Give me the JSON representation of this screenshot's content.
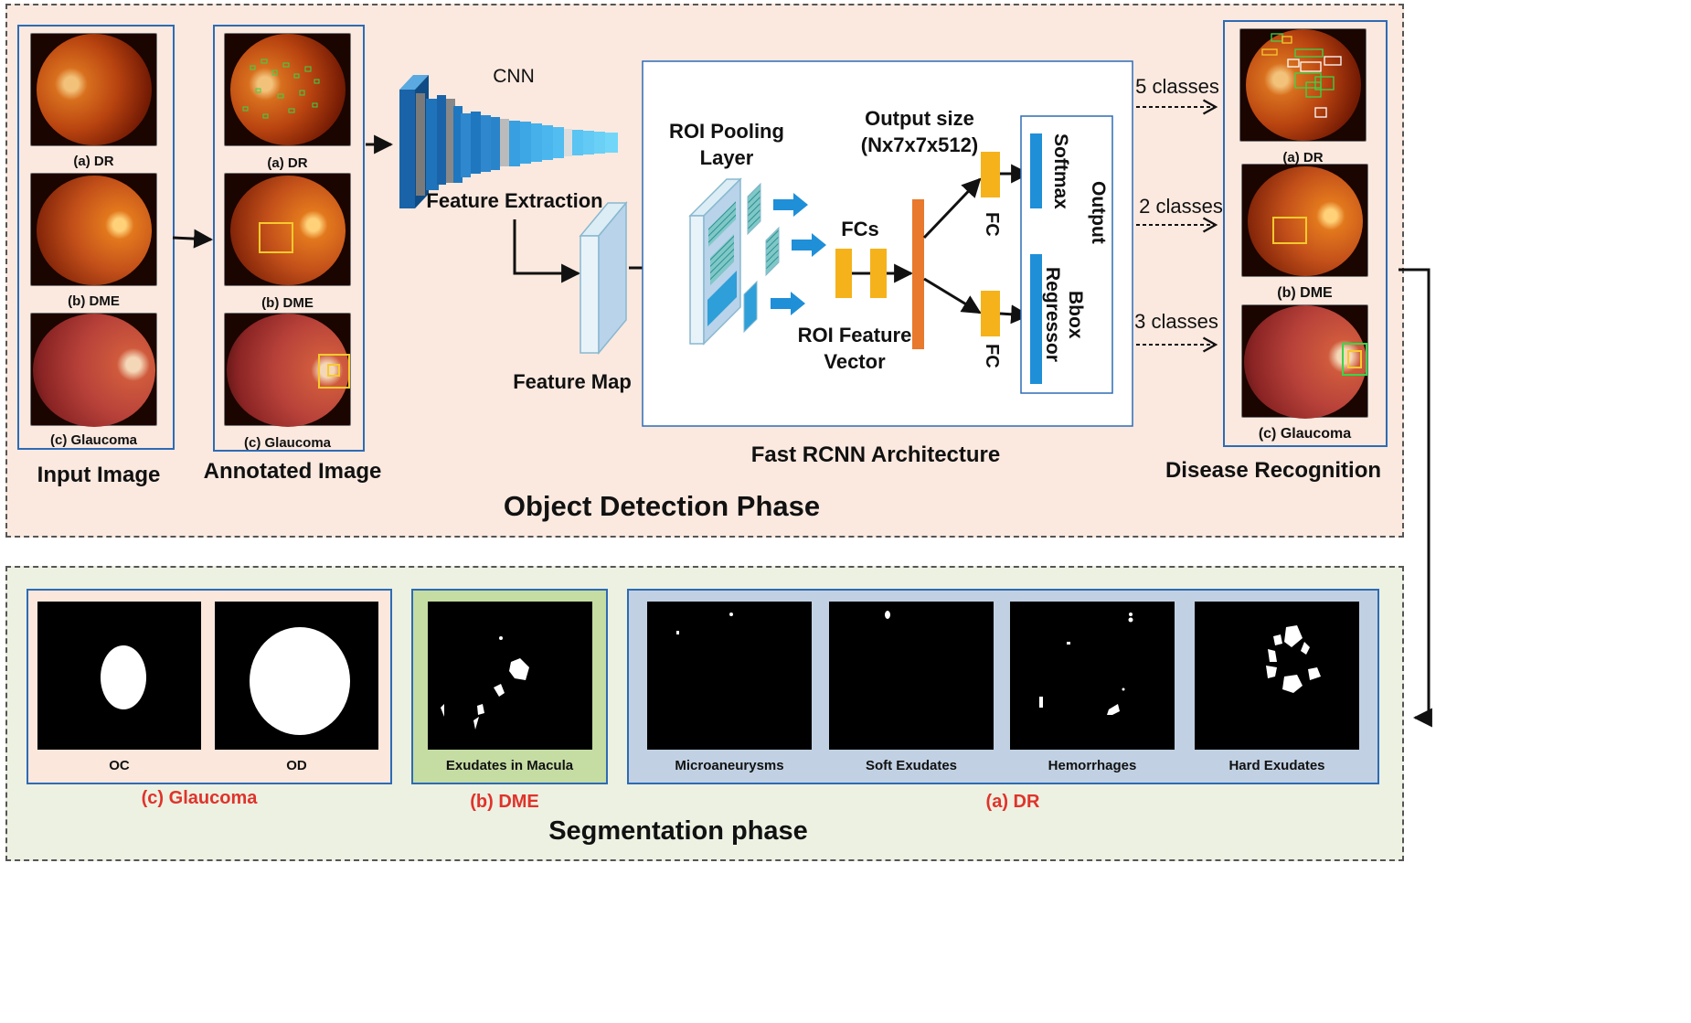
{
  "detection_phase": {
    "title": "Object Detection Phase",
    "input_panel": {
      "title": "Input Image",
      "captions": [
        "(a) DR",
        "(b) DME",
        "(c) Glaucoma"
      ]
    },
    "annotated_panel": {
      "title": "Annotated Image",
      "captions": [
        "(a) DR",
        "(b) DME",
        "(c) Glaucoma"
      ]
    },
    "cnn": {
      "label": "CNN",
      "feature_extraction": "Feature Extraction",
      "feature_map": "Feature Map"
    },
    "fast_rcnn": {
      "title": "Fast RCNN Architecture",
      "roi_pooling_line1": "ROI Pooling",
      "roi_pooling_line2": "Layer",
      "output_size_line1": "Output size",
      "output_size_line2": "(Nx7x7x512)",
      "fcs": "FCs",
      "roi_feature_line1": "ROI Feature",
      "roi_feature_line2": "Vector",
      "fc_top": "FC",
      "fc_bottom": "FC",
      "softmax": "Softmax",
      "bbox_line1": "Bbox",
      "bbox_line2": "Regressor",
      "output": "Output"
    },
    "classes": [
      "5 classes",
      "2 classes",
      "3 classes"
    ],
    "recognition_panel": {
      "title": "Disease Recognition",
      "captions": [
        "(a) DR",
        "(b) DME",
        "(c) Glaucoma"
      ]
    },
    "colors": {
      "phase_bg": "#fbe9df",
      "panel_border": "#2e6bb5",
      "cnn_blue": "#1f77bf",
      "fc_orange": "#f5b21a",
      "vector_orange": "#e8792d"
    }
  },
  "segmentation_phase": {
    "title": "Segmentation phase",
    "glaucoma": {
      "label": "(c) Glaucoma",
      "captions": [
        "OC",
        "OD"
      ]
    },
    "dme": {
      "label": "(b) DME",
      "captions": [
        "Exudates in Macula"
      ]
    },
    "dr": {
      "label": "(a) DR",
      "captions": [
        "Microaneurysms",
        "Soft Exudates",
        "Hemorrhages",
        "Hard Exudates"
      ]
    },
    "colors": {
      "phase_bg": "#ecf1e2",
      "glaucoma_bg": "#fbe7dc",
      "dme_bg": "#c5dca3",
      "dr_bg": "#c1d1e3",
      "label_red": "#e0332b"
    }
  }
}
